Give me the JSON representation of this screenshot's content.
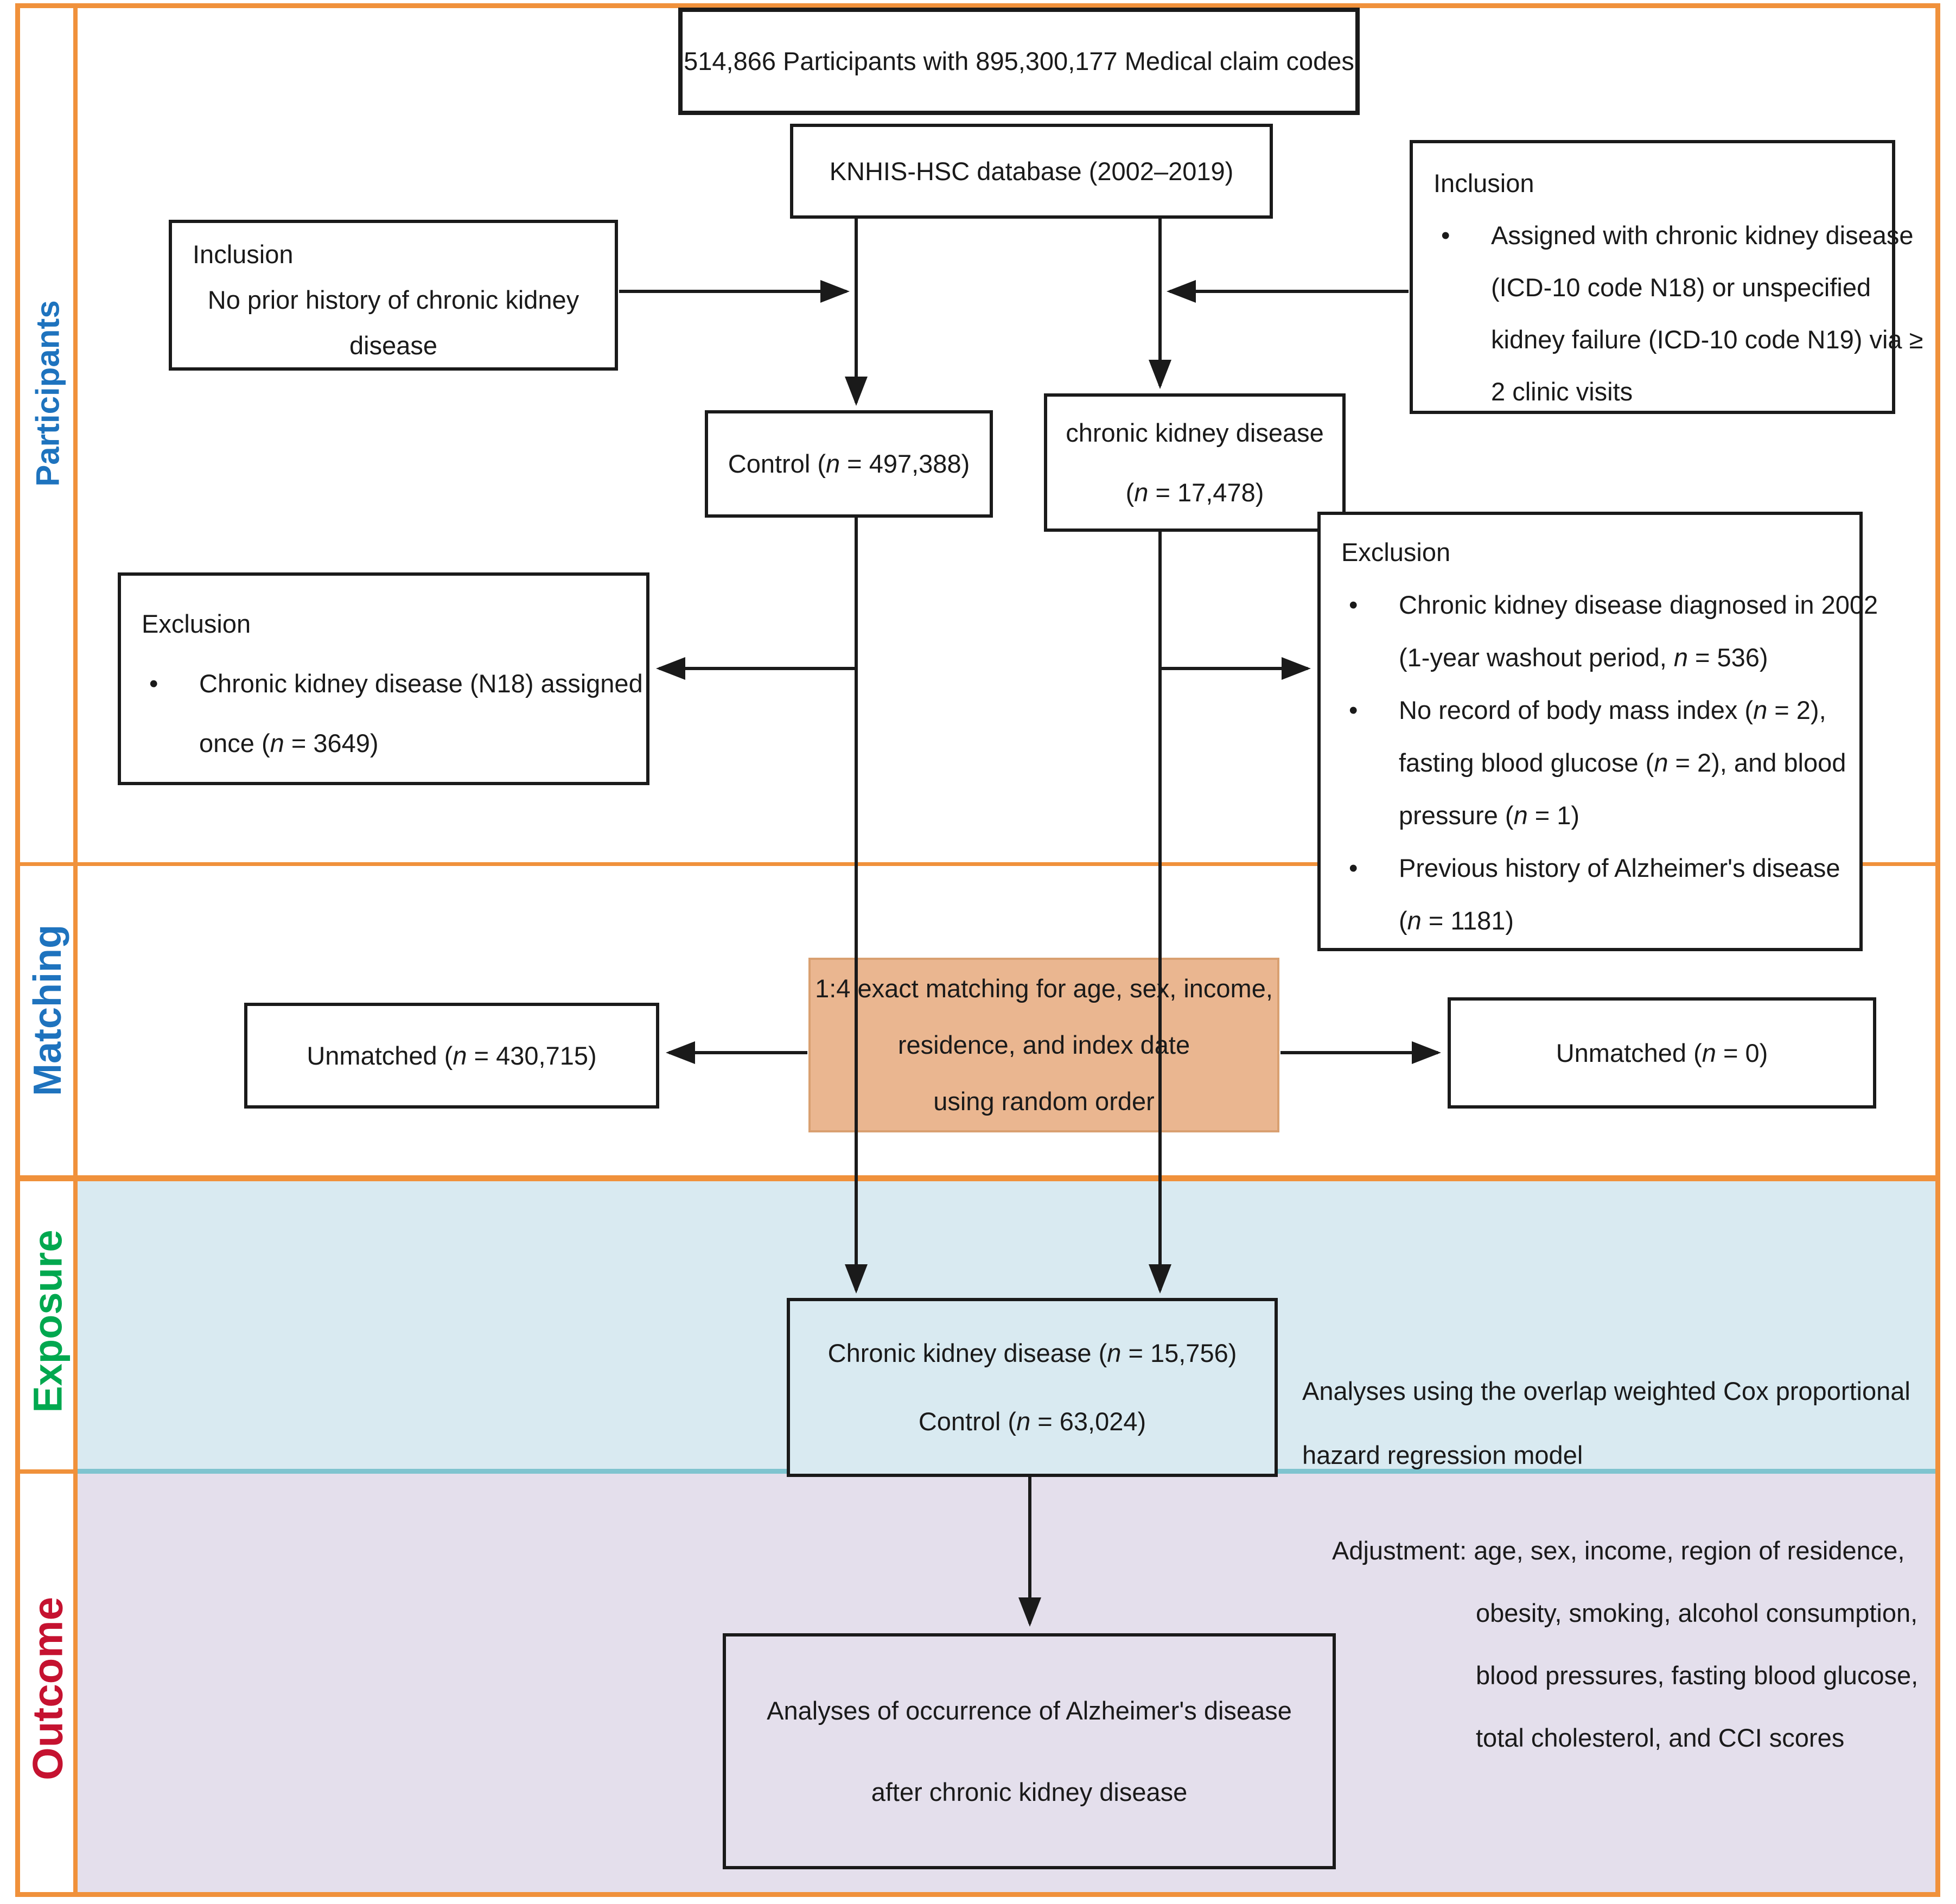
{
  "sections": [
    {
      "label": "Participants",
      "color": "#1e73be"
    },
    {
      "label": "Matching",
      "color": "#1e73be"
    },
    {
      "label": "Exposure",
      "color": "#00a84f"
    },
    {
      "label": "Outcome",
      "color": "#c51230"
    }
  ],
  "colors": {
    "frame_orange": "#f0913b",
    "exposure_background": "#d9eaf1",
    "outcome_background": "#e4dfec",
    "matching_box_fill": "#eab690",
    "divider_teal": "#7fc4cf",
    "box_border": "#1a1a1a"
  },
  "meta": {
    "bullet": "•"
  },
  "boxes": {
    "total": {
      "text": "514,866 Participants with 895,300,177 Medical claim codes"
    },
    "database": {
      "text": "KNHIS-HSC database (2002–2019)"
    },
    "inclusion_left": {
      "title": "Inclusion",
      "lines": [
        "No prior history of chronic kidney",
        "disease"
      ]
    },
    "inclusion_right": {
      "title": "Inclusion",
      "items": [
        {
          "lines": [
            "Assigned with chronic kidney disease",
            "(ICD-10 code N18) or unspecified",
            "kidney failure (ICD-10 code N19) via ≥",
            "2 clinic visits"
          ]
        }
      ]
    },
    "control": {
      "text": "Control (n = 497,388)"
    },
    "ckd": {
      "lines": [
        "chronic kidney disease",
        "(n = 17,478)"
      ]
    },
    "exclusion_left": {
      "title": "Exclusion",
      "items": [
        {
          "lines": [
            "Chronic kidney disease (N18) assigned",
            "once (n = 3649)"
          ]
        }
      ]
    },
    "exclusion_right": {
      "title": "Exclusion",
      "items": [
        {
          "lines": [
            "Chronic kidney disease diagnosed in 2002",
            "(1-year washout period, n = 536)"
          ]
        },
        {
          "lines": [
            "No record of  body mass index (n = 2),",
            "fasting blood glucose  (n = 2), and blood",
            "pressure (n  = 1)"
          ]
        },
        {
          "lines": [
            "Previous history of Alzheimer's disease",
            "(n = 1181)"
          ]
        }
      ]
    },
    "matching": {
      "lines": [
        "1:4 exact matching for age, sex, income,",
        "residence, and index date",
        "using random order"
      ]
    },
    "unmatched_left": {
      "text": "Unmatched (n = 430,715)"
    },
    "unmatched_right": {
      "text": "Unmatched (n = 0)"
    },
    "exposure": {
      "lines": [
        "Chronic kidney disease (n = 15,756)",
        "Control (n = 63,024)"
      ]
    },
    "outcome": {
      "lines": [
        "Analyses of occurrence of Alzheimer's disease",
        "after chronic kidney disease"
      ]
    }
  },
  "notes": {
    "cox": {
      "lines": [
        "Analyses using the overlap weighted Cox proportional",
        "hazard regression model"
      ]
    },
    "adjustment": {
      "lines": [
        "Adjustment:  age, sex, income, region of residence,",
        "obesity, smoking, alcohol consumption,",
        "blood pressures, fasting blood glucose,",
        "total cholesterol, and CCI scores"
      ]
    }
  }
}
